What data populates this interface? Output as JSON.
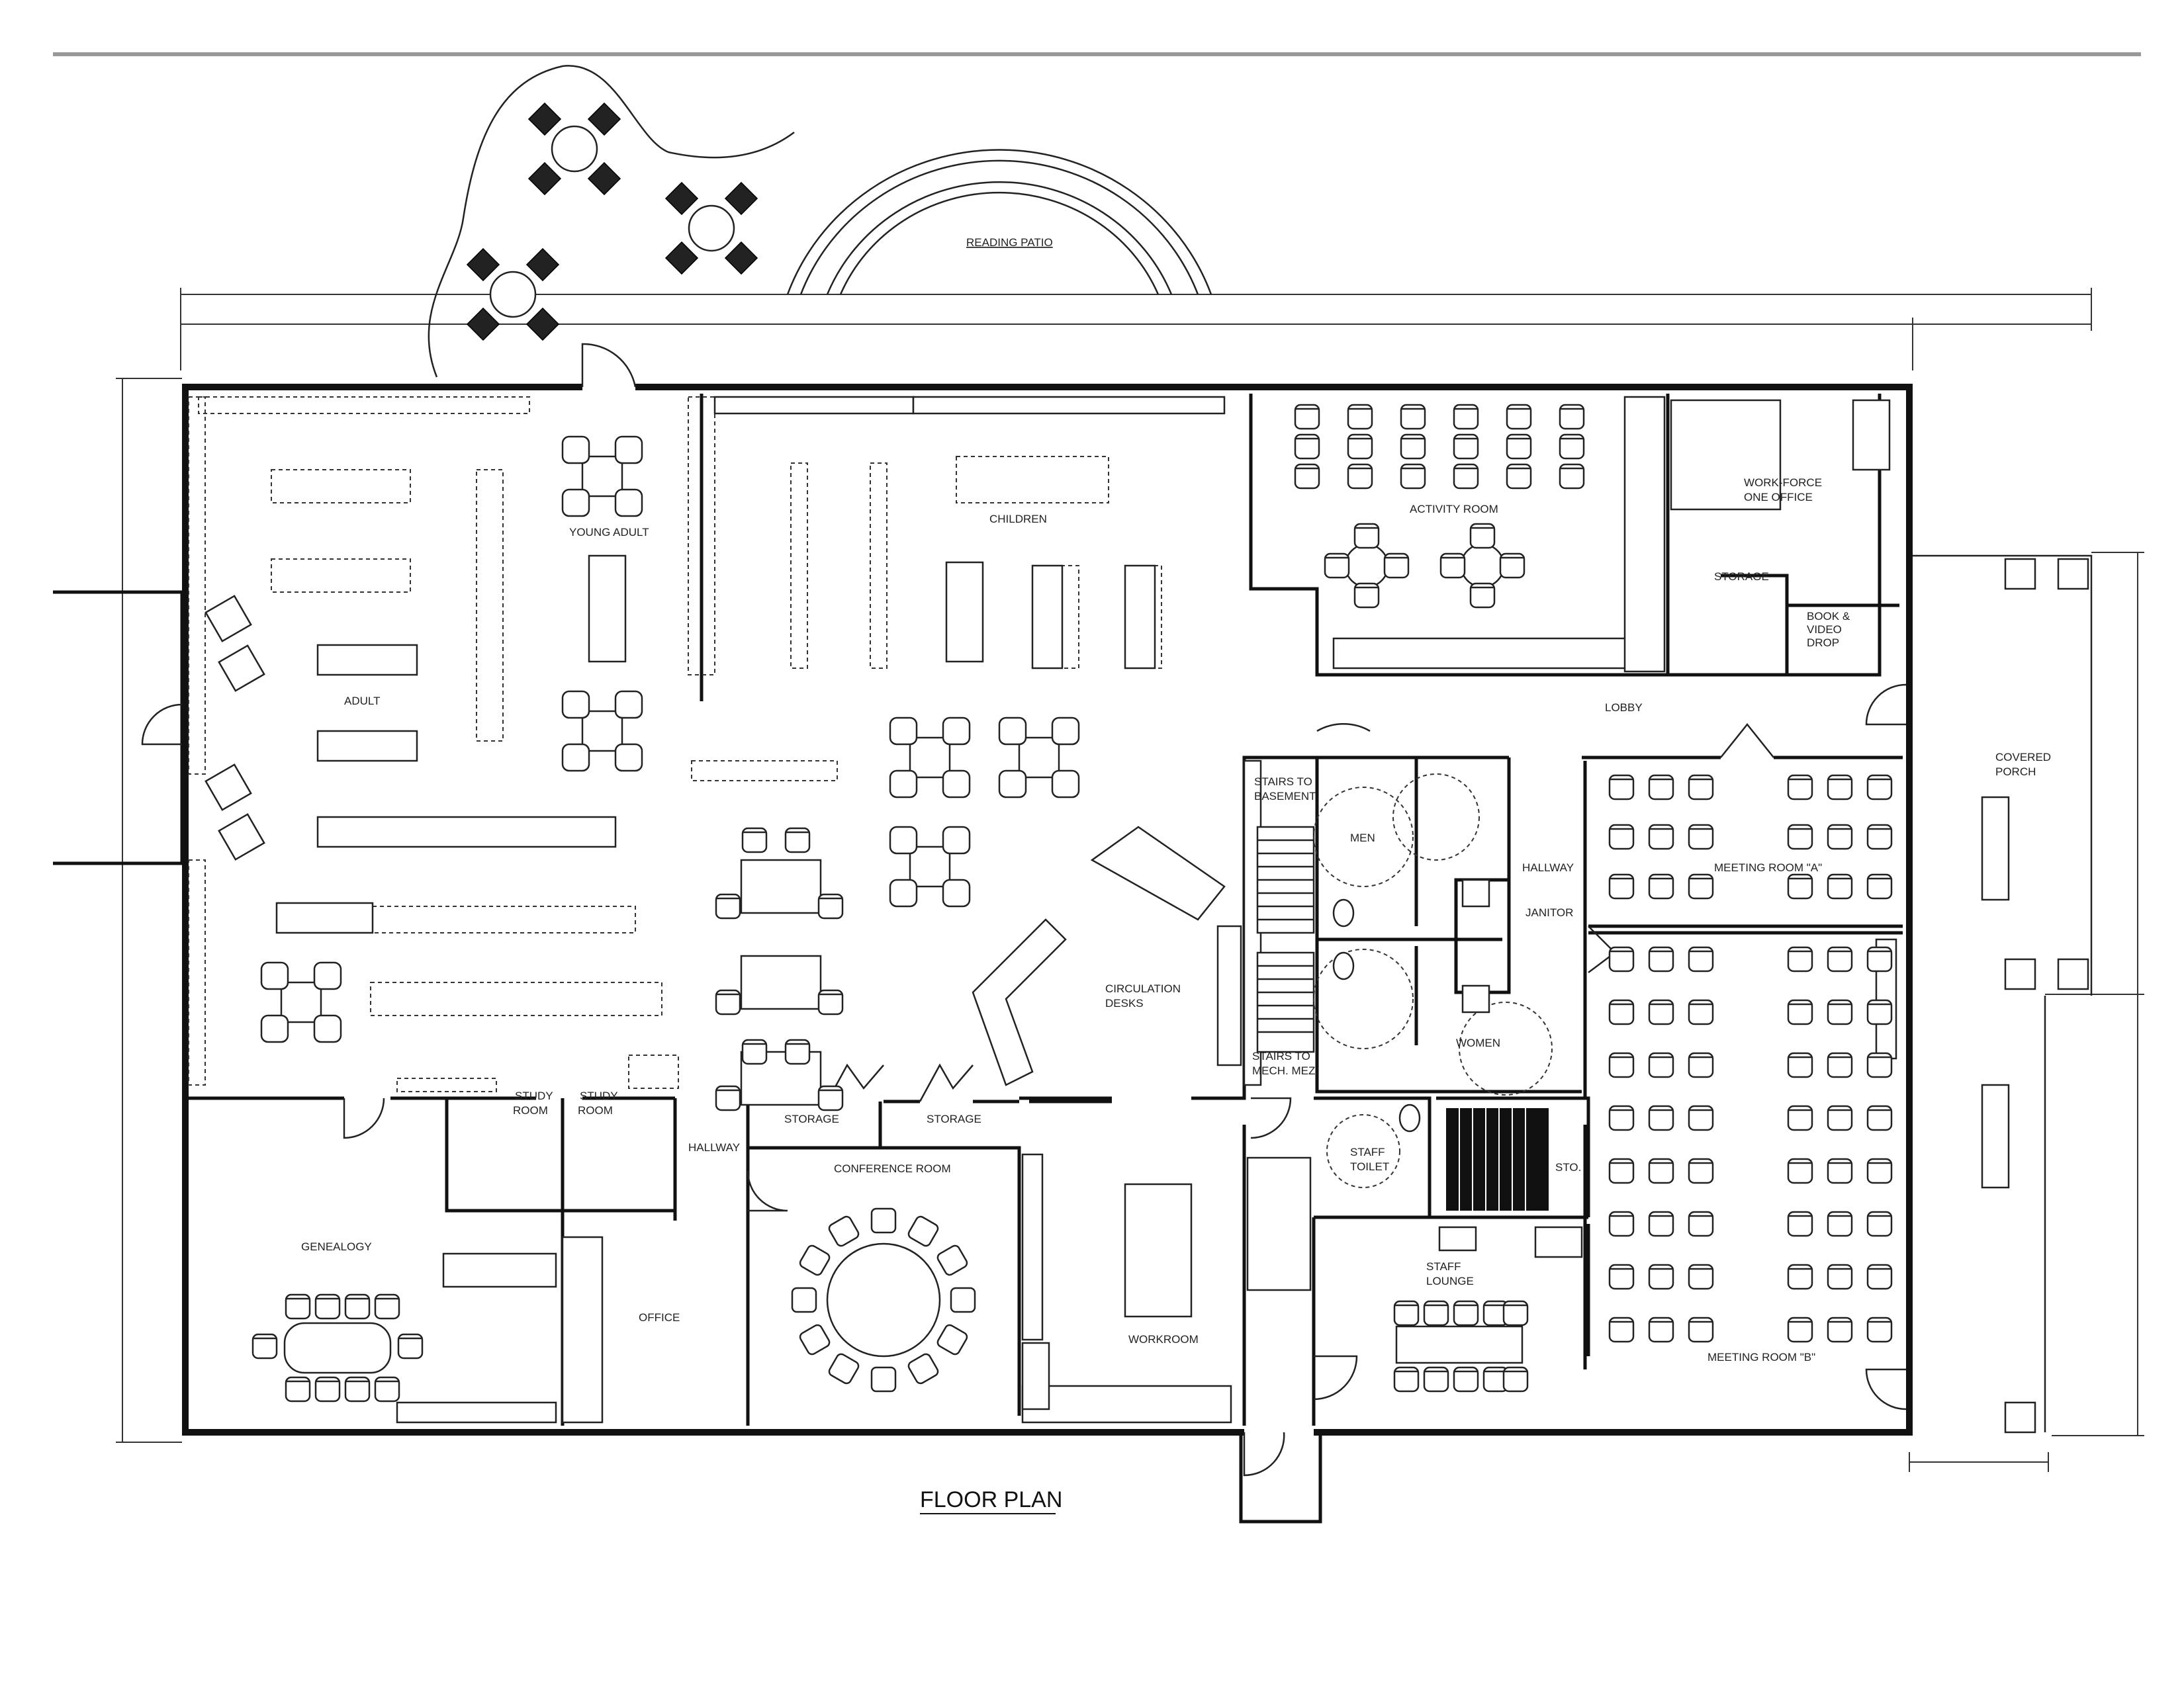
{
  "title": "FLOOR PLAN",
  "patio": {
    "label": "READING PATIO"
  },
  "rooms": {
    "adult": "ADULT",
    "young_adult": "YOUNG ADULT",
    "children": "CHILDREN",
    "activity_room": "ACTIVITY ROOM",
    "workforce_office_1": "WORK-FORCE",
    "workforce_office_2": "ONE OFFICE",
    "storage_top": "STORAGE",
    "book_drop_1": "BOOK &",
    "book_drop_2": "VIDEO",
    "book_drop_3": "DROP",
    "lobby": "LOBBY",
    "covered_porch_1": "COVERED",
    "covered_porch_2": "PORCH",
    "stairs_basement_1": "STAIRS TO",
    "stairs_basement_2": "BASEMENT",
    "men": "MEN",
    "hallway_east": "HALLWAY",
    "janitor": "JANITOR",
    "meeting_room_a": "MEETING ROOM \"A\"",
    "meeting_room_b": "MEETING ROOM \"B\"",
    "circulation_1": "CIRCULATION",
    "circulation_2": "DESKS",
    "stairs_mech_1": "STAIRS TO",
    "stairs_mech_2": "MECH. MEZ.",
    "women": "WOMEN",
    "staff_toilet_1": "STAFF",
    "staff_toilet_2": "TOILET",
    "sto": "STO.",
    "staff_lounge_1": "STAFF",
    "staff_lounge_2": "LOUNGE",
    "storage_1": "STORAGE",
    "storage_2": "STORAGE",
    "conference_room": "CONFERENCE ROOM",
    "hallway_west": "HALLWAY",
    "study_room_1a": "STUDY",
    "study_room_1b": "ROOM",
    "study_room_2a": "STUDY",
    "study_room_2b": "ROOM",
    "genealogy": "GENEALOGY",
    "office": "OFFICE",
    "workroom": "WORKROOM"
  }
}
